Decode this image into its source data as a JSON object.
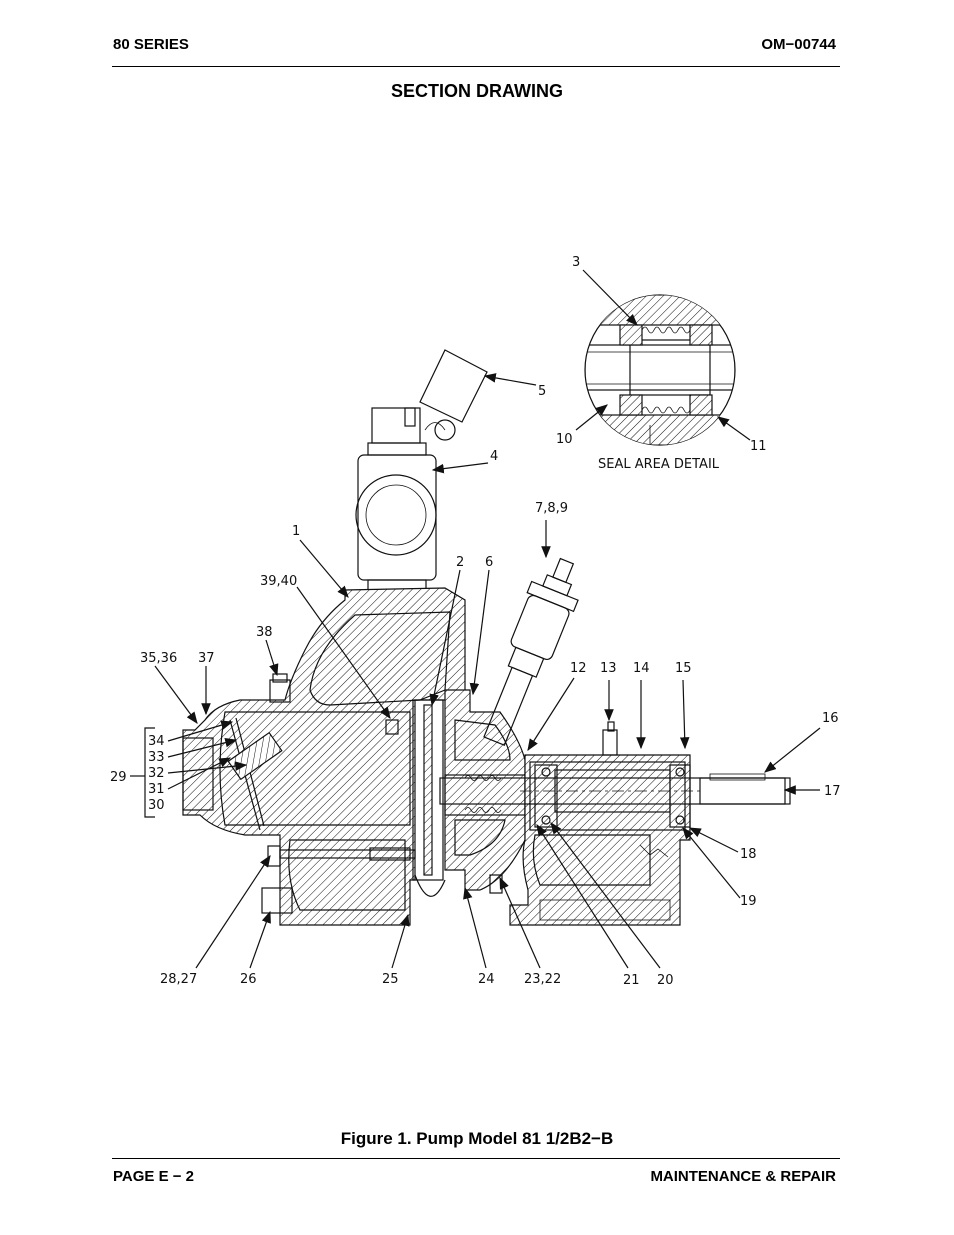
{
  "header": {
    "left": "80 SERIES",
    "right": "OM−00744"
  },
  "section_title": "SECTION DRAWING",
  "figure_caption": "Figure 1. Pump Model 81 1/2B2−B",
  "detail_label": "SEAL AREA DETAIL",
  "footer": {
    "left": "PAGE E − 2",
    "right": "MAINTENANCE & REPAIR"
  },
  "callouts": {
    "c1": "1",
    "c2": "2",
    "c3": "3",
    "c4": "4",
    "c5": "5",
    "c6": "6",
    "c789": "7,8,9",
    "c10": "10",
    "c11": "11",
    "c12": "12",
    "c13": "13",
    "c14": "14",
    "c15": "15",
    "c16": "16",
    "c17": "17",
    "c18": "18",
    "c19": "19",
    "c20": "20",
    "c21": "21",
    "c2322": "23,22",
    "c24": "24",
    "c25": "25",
    "c26": "26",
    "c2827": "28,27",
    "c29": "29",
    "c30": "30",
    "c31": "31",
    "c32": "32",
    "c33": "33",
    "c34": "34",
    "c3536": "35,36",
    "c37": "37",
    "c38": "38",
    "c3940": "39,40"
  }
}
